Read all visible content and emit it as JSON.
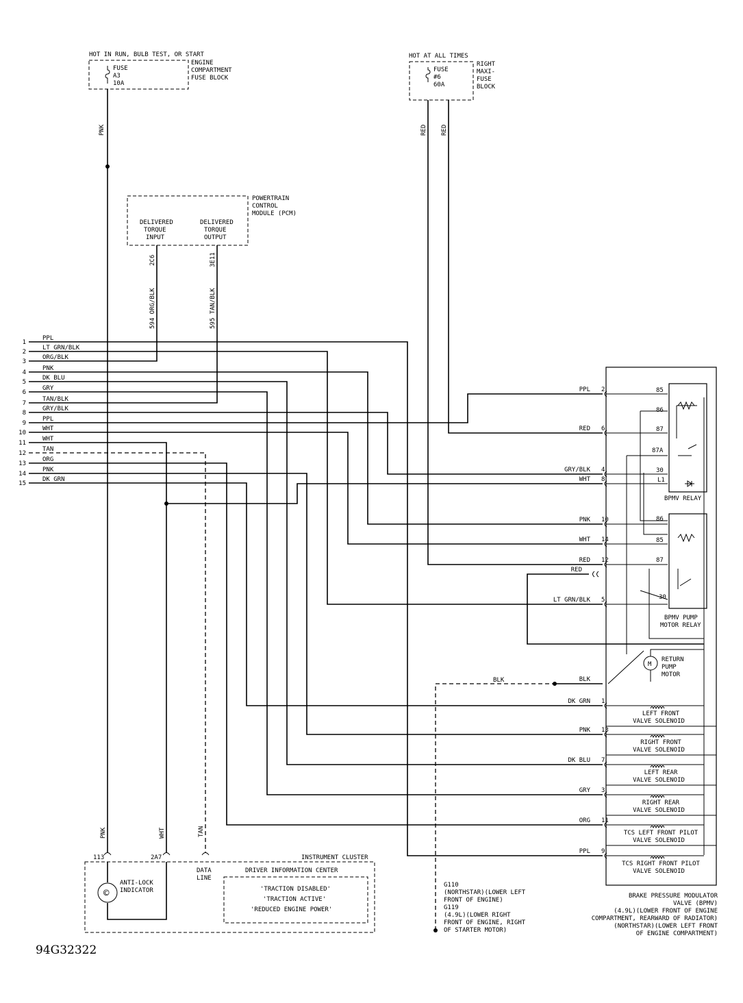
{
  "fuse_a3": {
    "hot_label": "HOT IN RUN, BULB TEST, OR START",
    "fuse_lines": [
      "FUSE",
      "A3",
      "10A"
    ],
    "block_lines": [
      "ENGINE",
      "COMPARTMENT",
      "FUSE BLOCK"
    ],
    "wire": "PNK"
  },
  "fuse_6": {
    "hot_label": "HOT AT ALL TIMES",
    "fuse_lines": [
      "FUSE",
      "#6",
      "60A"
    ],
    "block_lines": [
      "RIGHT",
      "MAXI-",
      "FUSE",
      "BLOCK"
    ],
    "wire_a": "RED",
    "wire_b": "RED"
  },
  "pcm": {
    "title_lines": [
      "POWERTRAIN",
      "CONTROL",
      "MODULE (PCM)"
    ],
    "input_lines": [
      "DELIVERED",
      "TORQUE",
      "INPUT"
    ],
    "output_lines": [
      "DELIVERED",
      "TORQUE",
      "OUTPUT"
    ],
    "input_pin": "2C6",
    "output_pin": "3E11",
    "input_wire": "594  ORG/BLK",
    "output_wire": "595  TAN/BLK"
  },
  "bus": [
    {
      "n": "1",
      "color": "PPL"
    },
    {
      "n": "2",
      "color": "LT GRN/BLK"
    },
    {
      "n": "3",
      "color": "ORG/BLK"
    },
    {
      "n": "4",
      "color": "PNK"
    },
    {
      "n": "5",
      "color": "DK BLU"
    },
    {
      "n": "6",
      "color": "GRY"
    },
    {
      "n": "7",
      "color": "TAN/BLK"
    },
    {
      "n": "8",
      "color": "GRY/BLK"
    },
    {
      "n": "9",
      "color": "PPL"
    },
    {
      "n": "10",
      "color": "WHT"
    },
    {
      "n": "11",
      "color": "WHT"
    },
    {
      "n": "12",
      "color": "TAN"
    },
    {
      "n": "13",
      "color": "ORG"
    },
    {
      "n": "14",
      "color": "PNK"
    },
    {
      "n": "15",
      "color": "DK GRN"
    }
  ],
  "bpmv_inputs": [
    {
      "color": "PPL",
      "pin": "2"
    },
    {
      "color": "RED",
      "pin": "6"
    },
    {
      "color": "GRY/BLK",
      "pin": "4"
    },
    {
      "color": "WHT",
      "pin": "8"
    },
    {
      "color": "PNK",
      "pin": "10"
    },
    {
      "color": "WHT",
      "pin": "14"
    },
    {
      "color": "RED",
      "pin": "12"
    },
    {
      "color": "RED",
      "pin": ""
    },
    {
      "color": "LT GRN/BLK",
      "pin": "5"
    },
    {
      "color": "BLK",
      "pin": ""
    },
    {
      "color": "DK GRN",
      "pin": "1"
    },
    {
      "color": "PNK",
      "pin": "13"
    },
    {
      "color": "DK BLU",
      "pin": "7"
    },
    {
      "color": "GRY",
      "pin": "3"
    },
    {
      "color": "ORG",
      "pin": "11"
    },
    {
      "color": "PPL",
      "pin": "9"
    }
  ],
  "ground_wire": "BLK",
  "bpmv_relay": {
    "pins": [
      "85",
      "86",
      "87",
      "87A",
      "30",
      "L1"
    ],
    "label": "BPMV RELAY"
  },
  "pump_relay": {
    "pins": [
      "86",
      "85",
      "87",
      "30"
    ],
    "label_lines": [
      "BPMV PUMP",
      "MOTOR RELAY"
    ]
  },
  "motor": {
    "symbol": "M",
    "label_lines": [
      "RETURN",
      "PUMP",
      "MOTOR"
    ]
  },
  "solenoids": [
    [
      "LEFT FRONT",
      "VALVE SOLENOID"
    ],
    [
      "RIGHT FRONT",
      "VALVE SOLENOID"
    ],
    [
      "LEFT REAR",
      "VALVE SOLENOID"
    ],
    [
      "RIGHT REAR",
      "VALVE SOLENOID"
    ],
    [
      "TCS LEFT FRONT PILOT",
      "VALVE SOLENOID"
    ],
    [
      "TCS RIGHT FRONT PILOT",
      "VALVE SOLENOID"
    ]
  ],
  "bpmv_caption_lines": [
    "BRAKE PRESSURE MODULATOR",
    "VALVE (BPMV)",
    "(4.9L)(LOWER FRONT OF ENGINE",
    "COMPARTMENT, REARWARD OF RADIATOR)",
    "(NORTHSTAR)(LOWER LEFT FRONT",
    "OF ENGINE COMPARTMENT)"
  ],
  "ground_caption_lines": [
    "G110",
    "(NORTHSTAR)(LOWER LEFT",
    "FRONT OF ENGINE)",
    "G119",
    "(4.9L)(LOWER RIGHT",
    "FRONT OF ENGINE, RIGHT",
    "OF STARTER MOTOR)"
  ],
  "cluster": {
    "title": "INSTRUMENT CLUSTER",
    "pins": [
      "113",
      "2A7"
    ],
    "wires": [
      "PNK",
      "WHT",
      "TAN"
    ],
    "data_line": [
      "DATA",
      "LINE"
    ],
    "indicator_lines": [
      "ANTI-LOCK",
      "INDICATOR"
    ],
    "indicator_symbol": "©",
    "dic_title": "DRIVER INFORMATION CENTER",
    "messages": [
      "'TRACTION DISABLED'",
      "'TRACTION ACTIVE'",
      "'REDUCED ENGINE POWER'"
    ]
  },
  "figure_id": "94G32322"
}
